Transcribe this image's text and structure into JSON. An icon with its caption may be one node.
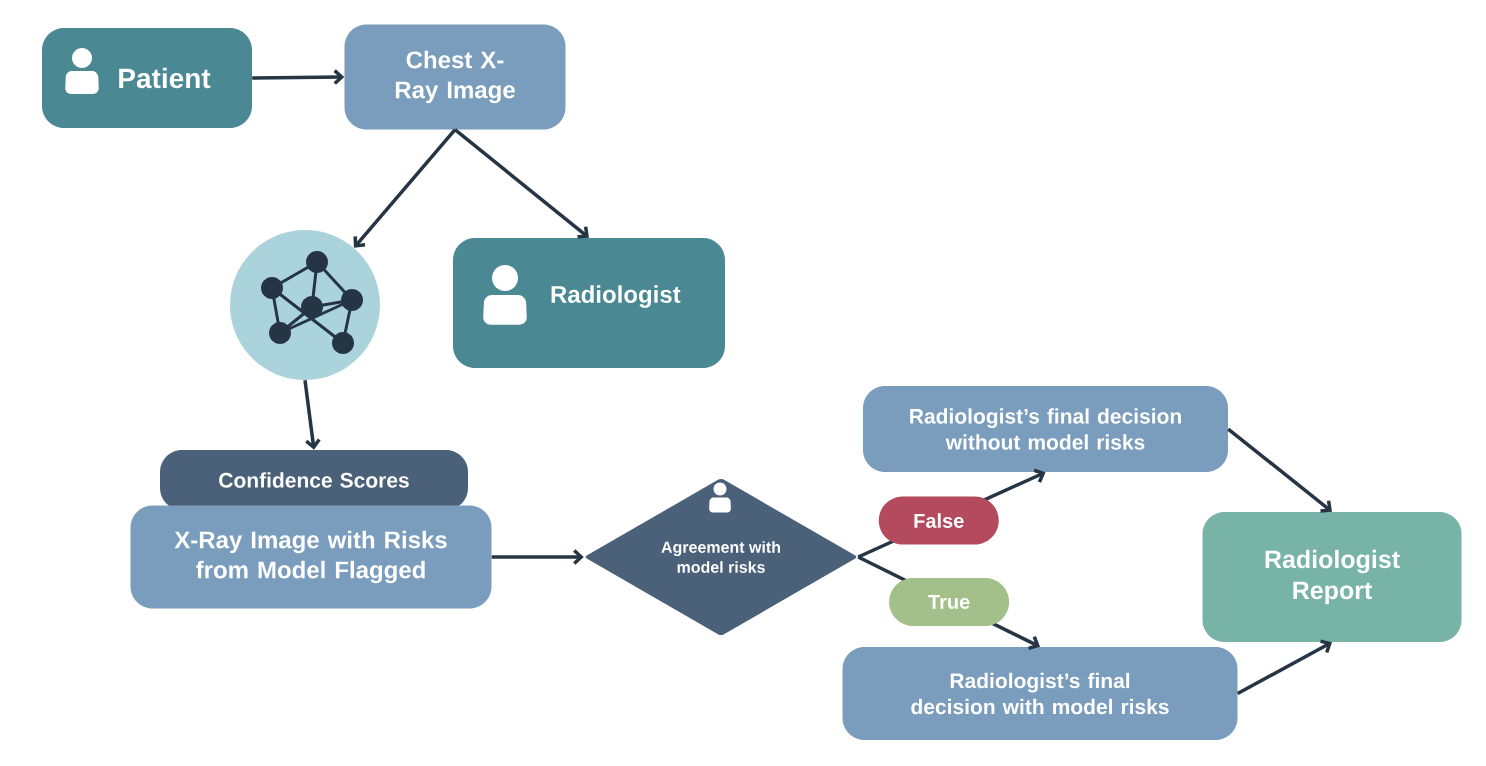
{
  "diagram": {
    "nodes": [
      {
        "text": [
          "Patient"
        ]
      },
      {
        "text": [
          "Chest X-Ray Image"
        ]
      },
      {
        "text": [],
        "shape": "circle"
      },
      {
        "text": [
          "Radiologist"
        ]
      },
      {
        "text": [
          "Confidence Scores"
        ]
      },
      {
        "text": [
          "X-Ray Image with Risks from Model Flagged"
        ]
      },
      {
        "text": [
          "Agreement with model risks"
        ]
      },
      {
        "text": [
          "Radiologist’s final decision without model risks"
        ]
      },
      {
        "text": [
          "Radiologist’s final decision with model risks"
        ]
      },
      {
        "text": [
          "Radiologist Report"
        ]
      }
    ],
    "edges": [
      {
        "from": 0,
        "to": 1,
        "arrow": "to"
      },
      {
        "from": 1,
        "to": 2,
        "arrow": "to"
      },
      {
        "from": 1,
        "to": 3,
        "arrow": "to"
      },
      {
        "from": 2,
        "to": 4,
        "arrow": "to"
      },
      {
        "from": 5,
        "to": 6,
        "arrow": "to"
      },
      {
        "from": 6,
        "to": 7,
        "arrow": "to",
        "label": "False"
      },
      {
        "from": 6,
        "to": 8,
        "arrow": "to",
        "label": "True"
      },
      {
        "from": 7,
        "to": 9,
        "arrow": "to"
      },
      {
        "from": 8,
        "to": 9,
        "arrow": "to"
      }
    ]
  }
}
